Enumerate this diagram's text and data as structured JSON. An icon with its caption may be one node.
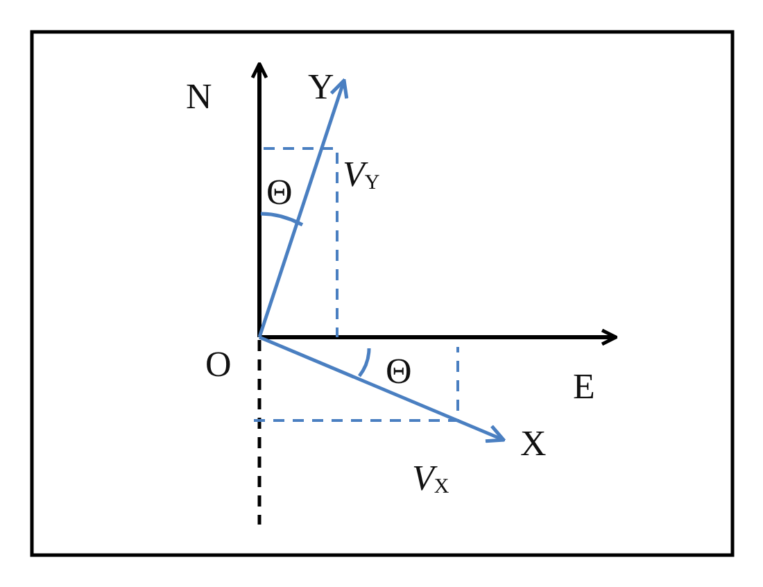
{
  "diagram": {
    "labels": [
      "N",
      "Y",
      "*V*$_{Y}$",
      "Θ",
      "O",
      "Θ",
      "E",
      "X",
      "*V*$_{X}$"
    ]
  }
}
